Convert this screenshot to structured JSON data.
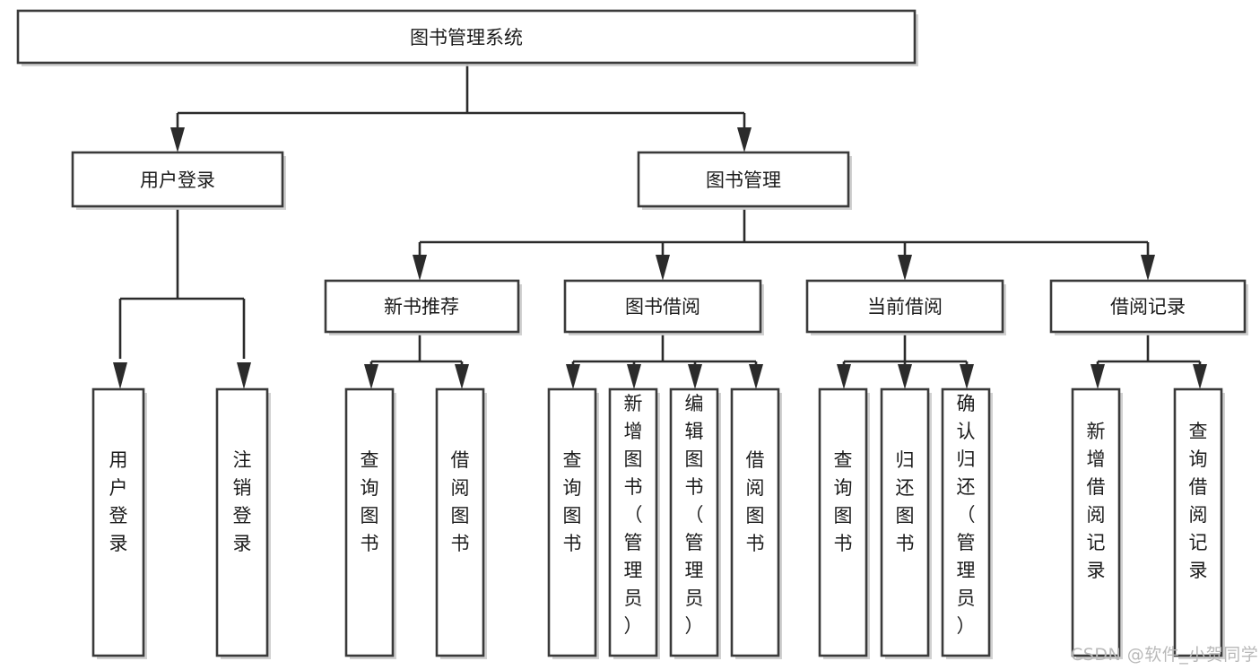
{
  "diagram": {
    "type": "tree",
    "title": "图书管理系统",
    "root": {
      "id": "root",
      "label": "图书管理系统"
    },
    "level2": [
      {
        "id": "user-login",
        "label": "用户登录"
      },
      {
        "id": "book-management",
        "label": "图书管理"
      }
    ],
    "level3": [
      {
        "id": "new-book-recommend",
        "label": "新书推荐",
        "parent": "book-management"
      },
      {
        "id": "book-borrow",
        "label": "图书借阅",
        "parent": "book-management"
      },
      {
        "id": "current-borrow",
        "label": "当前借阅",
        "parent": "book-management"
      },
      {
        "id": "borrow-record",
        "label": "借阅记录",
        "parent": "book-management"
      }
    ],
    "leaves": [
      {
        "id": "leaf-user-login",
        "label": "用户登录",
        "parent": "user-login"
      },
      {
        "id": "leaf-logout-login",
        "label": "注销登录",
        "parent": "user-login"
      },
      {
        "id": "leaf-query-book-1",
        "label": "查询图书",
        "parent": "new-book-recommend"
      },
      {
        "id": "leaf-borrow-book-1",
        "label": "借阅图书",
        "parent": "new-book-recommend"
      },
      {
        "id": "leaf-query-book-2",
        "label": "查询图书",
        "parent": "book-borrow"
      },
      {
        "id": "leaf-add-book",
        "label": "新增图书（管理员）",
        "parent": "book-borrow"
      },
      {
        "id": "leaf-edit-book",
        "label": "编辑图书（管理员）",
        "parent": "book-borrow"
      },
      {
        "id": "leaf-borrow-book-2",
        "label": "借阅图书",
        "parent": "book-borrow"
      },
      {
        "id": "leaf-query-book-3",
        "label": "查询图书",
        "parent": "current-borrow"
      },
      {
        "id": "leaf-return-book",
        "label": "归还图书",
        "parent": "current-borrow"
      },
      {
        "id": "leaf-confirm-return",
        "label": "确认归还（管理员）",
        "parent": "current-borrow"
      },
      {
        "id": "leaf-add-record",
        "label": "新增借阅记录",
        "parent": "borrow-record"
      },
      {
        "id": "leaf-query-record",
        "label": "查询借阅记录",
        "parent": "borrow-record"
      }
    ]
  },
  "watermark": {
    "text": "CSDN @软件_小贺同学"
  },
  "colors": {
    "box_stroke": "#3a3a3a",
    "connector": "#2b2b2b",
    "text": "#1b1b1b",
    "background": "#ffffff",
    "watermark": "#b9b9b9"
  }
}
